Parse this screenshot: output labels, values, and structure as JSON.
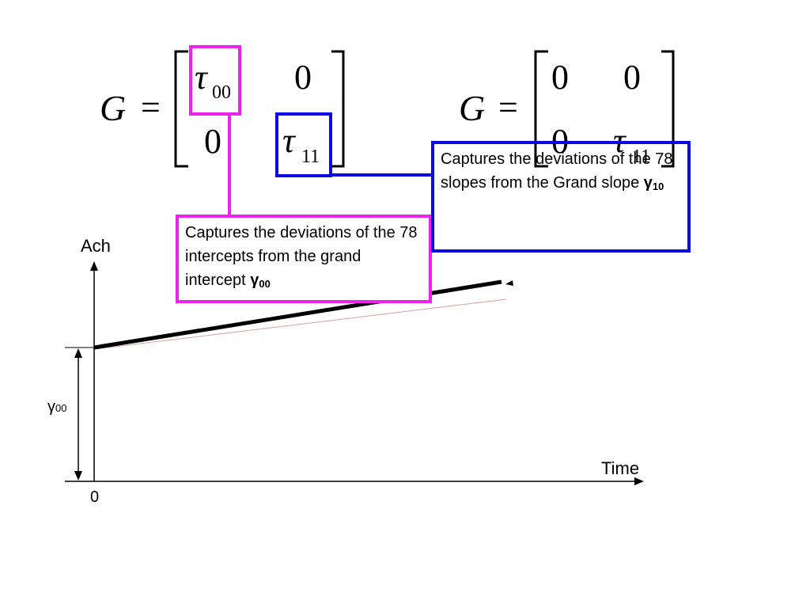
{
  "matrix_left": {
    "lhs": "G",
    "eq": "=",
    "r0c0_sym": "τ",
    "r0c0_sub": "00",
    "r0c1": "0",
    "r1c0": "0",
    "r1c1_sym": "τ",
    "r1c1_sub": "11"
  },
  "matrix_right": {
    "lhs": "G",
    "eq": "=",
    "r0c0": "0",
    "r0c1": "0",
    "r1c0": "0",
    "r1c1_sym": "τ",
    "r1c1_sub": "11"
  },
  "callout_intercepts": {
    "text": "Captures the deviations of the 78 intercepts from the grand intercept ",
    "gamma": "γ",
    "gamma_sub": "00",
    "border_color": "#ee22ee"
  },
  "callout_slopes": {
    "text": "Captures the deviations of the 78 slopes from the Grand slope ",
    "gamma": "γ",
    "gamma_sub": "10",
    "border_color": "#0a0ae0"
  },
  "graph": {
    "y_axis_label": "Ach",
    "x_axis_label": "Time",
    "origin_label": "0",
    "intercept_label": "γ",
    "intercept_sub": "00"
  }
}
